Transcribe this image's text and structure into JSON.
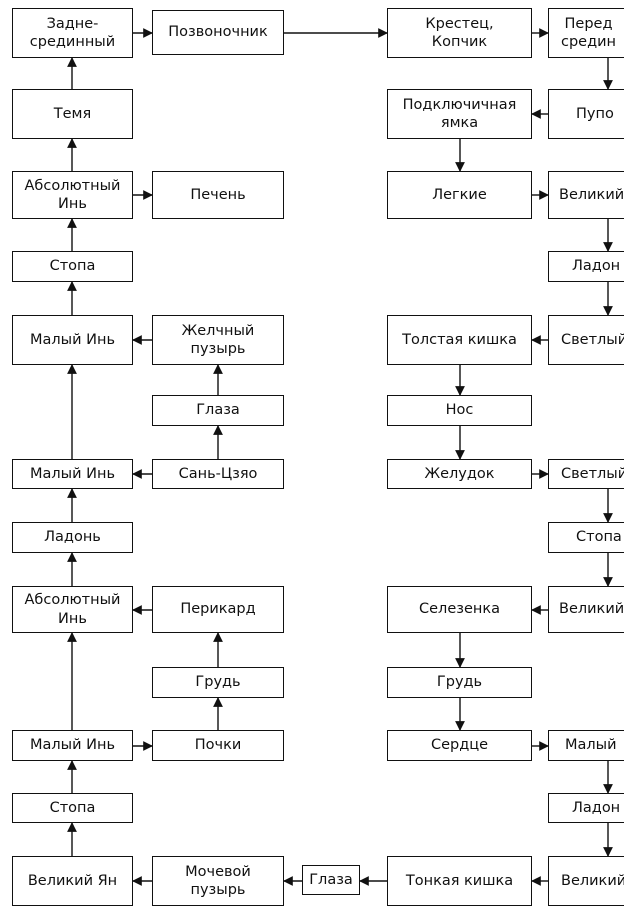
{
  "nodes": {
    "zadne": "Задне-\nсрединный",
    "pozv": "Позвоночник",
    "krest": "Крестец,\nКопчик",
    "pered": "Перед\nсредин",
    "temya": "Темя",
    "podkl": "Подключичная\nямка",
    "pupok": "Пупо",
    "absinL1": "Абсолютный\nИнь",
    "pechen": "Печень",
    "legkie": "Легкие",
    "velR1": "Великий",
    "stopaL1": "Стопа",
    "ladonR1": "Ладон",
    "malyinL1": "Малый Инь",
    "zhelch": "Желчный\nпузырь",
    "tolst": "Толстая кишка",
    "svetR1": "Светлый",
    "glazaM1": "Глаза",
    "nos": "Нос",
    "malyinL2": "Малый Инь",
    "sanj": "Сань-Цзяо",
    "zheludok": "Желудок",
    "svetR2": "Светлый",
    "ladonL": "Ладонь",
    "stopaR": "Стопа",
    "absinL2": "Абсолютный\nИнь",
    "perikard": "Перикард",
    "selez": "Селезенка",
    "velR2": "Великий",
    "grudM": "Грудь",
    "grudC": "Грудь",
    "malyinL3": "Малый Инь",
    "pochki": "Почки",
    "serdce": "Сердце",
    "malyR": "Малый",
    "stopaL2": "Стопа",
    "ladonR2": "Ладон",
    "velyan": "Великий Ян",
    "mochev": "Мочевой\nпузырь",
    "glazaB": "Глаза",
    "tonk": "Тонкая кишка",
    "velR3": "Великий"
  },
  "colors": {
    "stroke": "#111111",
    "fill": "#ffffff"
  }
}
